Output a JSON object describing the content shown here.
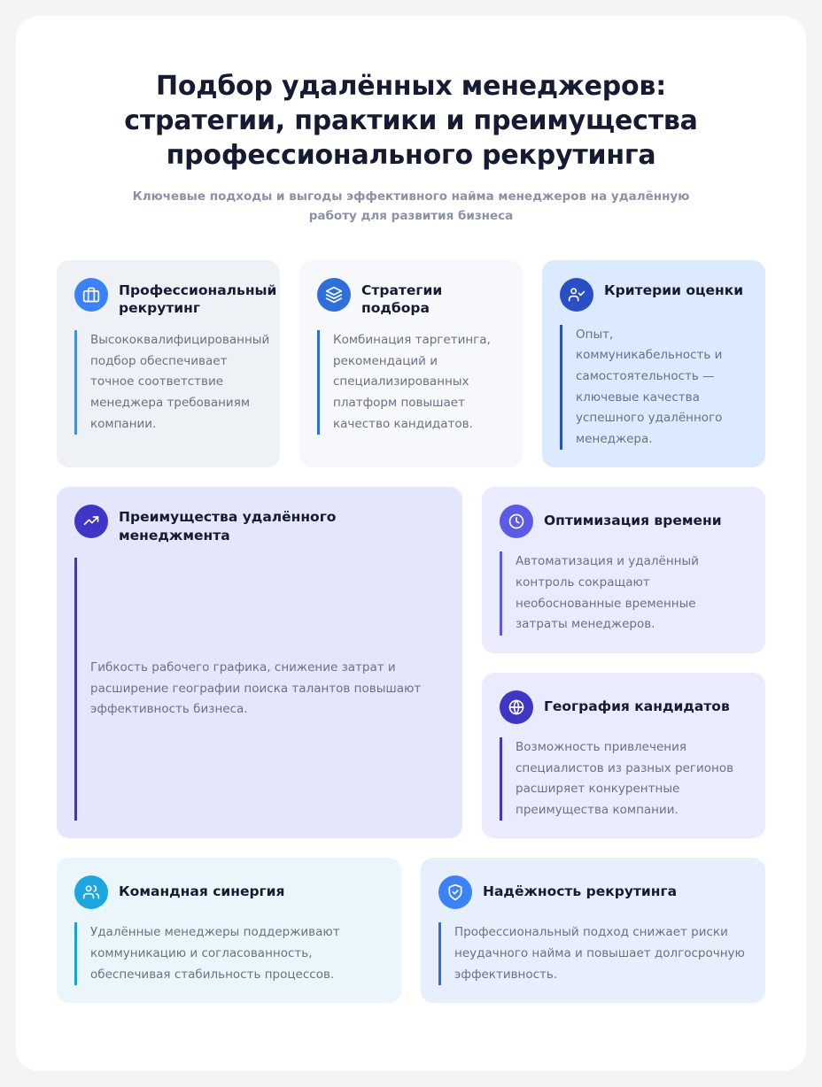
{
  "header": {
    "title": "Подбор удалённых менеджеров: стратегии, практики и преимущества профессионального рекрутинга",
    "subtitle": "Ключевые подходы и выгоды эффективного найма менеджеров на удалённую работу для развития бизнеса"
  },
  "colors": {
    "page_background": "#f4f4f7",
    "container_background": "#ffffff",
    "title_text": "#161b33",
    "subtitle_text": "#8b91a6",
    "body_text": "#6b7183",
    "blue": "#3b82f6",
    "deep_blue": "#2f6fd9",
    "indigo": "#3f35c7",
    "violet": "#5b5be8",
    "cyan": "#1ba6e0"
  },
  "row1": [
    {
      "icon": "briefcase-icon",
      "icon_color": "#3b82f6",
      "title": "Профессиональный рекрутинг",
      "body": "Высококвалифицированный подбор обеспечивает точное соответствие менеджера требованиям компании.",
      "card_background": "#eef1f6",
      "accent": "#4a90d9"
    },
    {
      "icon": "layers-icon",
      "icon_color": "#2f6fd9",
      "title": "Стратегии подбора",
      "body": "Комбинация таргетинга, рекомендаций и специализированных платформ повышает качество кандидатов.",
      "card_background": "#f6f8fc",
      "accent": "#2f6fd9"
    },
    {
      "icon": "user-check-icon",
      "icon_color": "#2a4fc4",
      "title": "Критерии оценки",
      "body": "Опыт, коммуникабельность и самостоятельность — ключевые качества успешного удалённого менеджера.",
      "card_background": "#dbeafe",
      "accent": "#2a4fc4"
    }
  ],
  "feature_card": {
    "icon": "trending-up-icon",
    "icon_color": "#3f35c7",
    "title": "Преимущества удалённого менеджмента",
    "body": "Гибкость рабочего графика, снижение затрат и расширение географии поиска талантов повышают эффективность бизнеса.",
    "card_background": "#e4e6fb",
    "accent": "#3f3d9e"
  },
  "side_cards": [
    {
      "icon": "clock-icon",
      "icon_color": "#5b5be8",
      "title": "Оптимизация времени",
      "body": "Автоматизация и удалённый контроль сокращают необоснованные временные затраты менеджеров.",
      "card_background": "#eaecfd",
      "accent": "#5b5be8"
    },
    {
      "icon": "globe-icon",
      "icon_color": "#3f35c7",
      "title": "География кандидатов",
      "body": "Возможность привлечения специалистов из разных регионов расширяет конкурентные преимущества компании.",
      "card_background": "#eaecfd",
      "accent": "#3f35c7"
    }
  ],
  "row3": [
    {
      "icon": "users-icon",
      "icon_color": "#1ba6e0",
      "title": "Командная синергия",
      "body": "Удалённые менеджеры поддерживают коммуникацию и согласованность, обеспечивая стабильность процессов.",
      "card_background": "#eaf6fc",
      "accent": "#1f9fd4"
    },
    {
      "icon": "shield-check-icon",
      "icon_color": "#3b82f6",
      "title": "Надёжность рекрутинга",
      "body": "Профессиональный подход снижает риски неудачного найма и повышает долгосрочную эффективность.",
      "card_background": "#e7eefc",
      "accent": "#2f6fd9"
    }
  ]
}
